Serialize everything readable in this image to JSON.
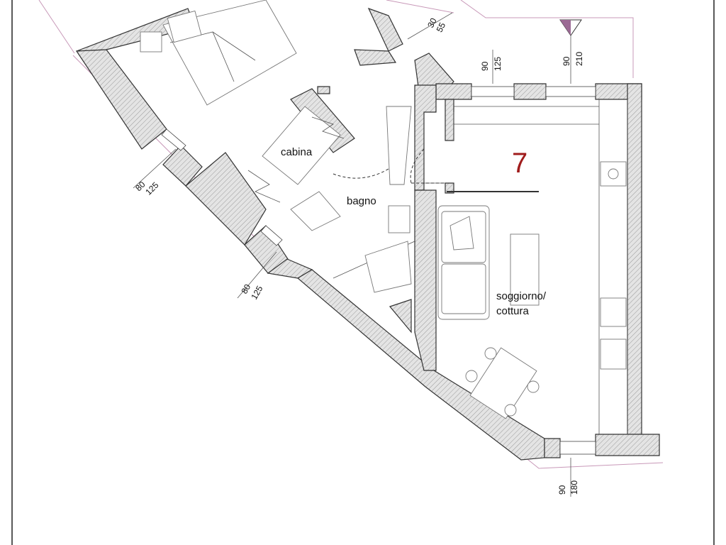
{
  "unit_number": "7",
  "rooms": {
    "cabina": "cabina",
    "bagno": "bagno",
    "soggiorno_line1": "soggiorno/",
    "soggiorno_line2": "cottura"
  },
  "dimensions": {
    "top_small": {
      "a": "30",
      "b": "55"
    },
    "top_mid": {
      "a": "90",
      "b": "125"
    },
    "top_right": {
      "a": "90",
      "b": "210"
    },
    "left_upper": {
      "a": "80",
      "b": "125"
    },
    "left_lower": {
      "a": "80",
      "b": "125"
    },
    "bottom": {
      "a": "90",
      "b": "180"
    }
  },
  "colors": {
    "unit_number": "#a01c1c",
    "marker": "#9b6a94",
    "outline": "#c898b8"
  }
}
